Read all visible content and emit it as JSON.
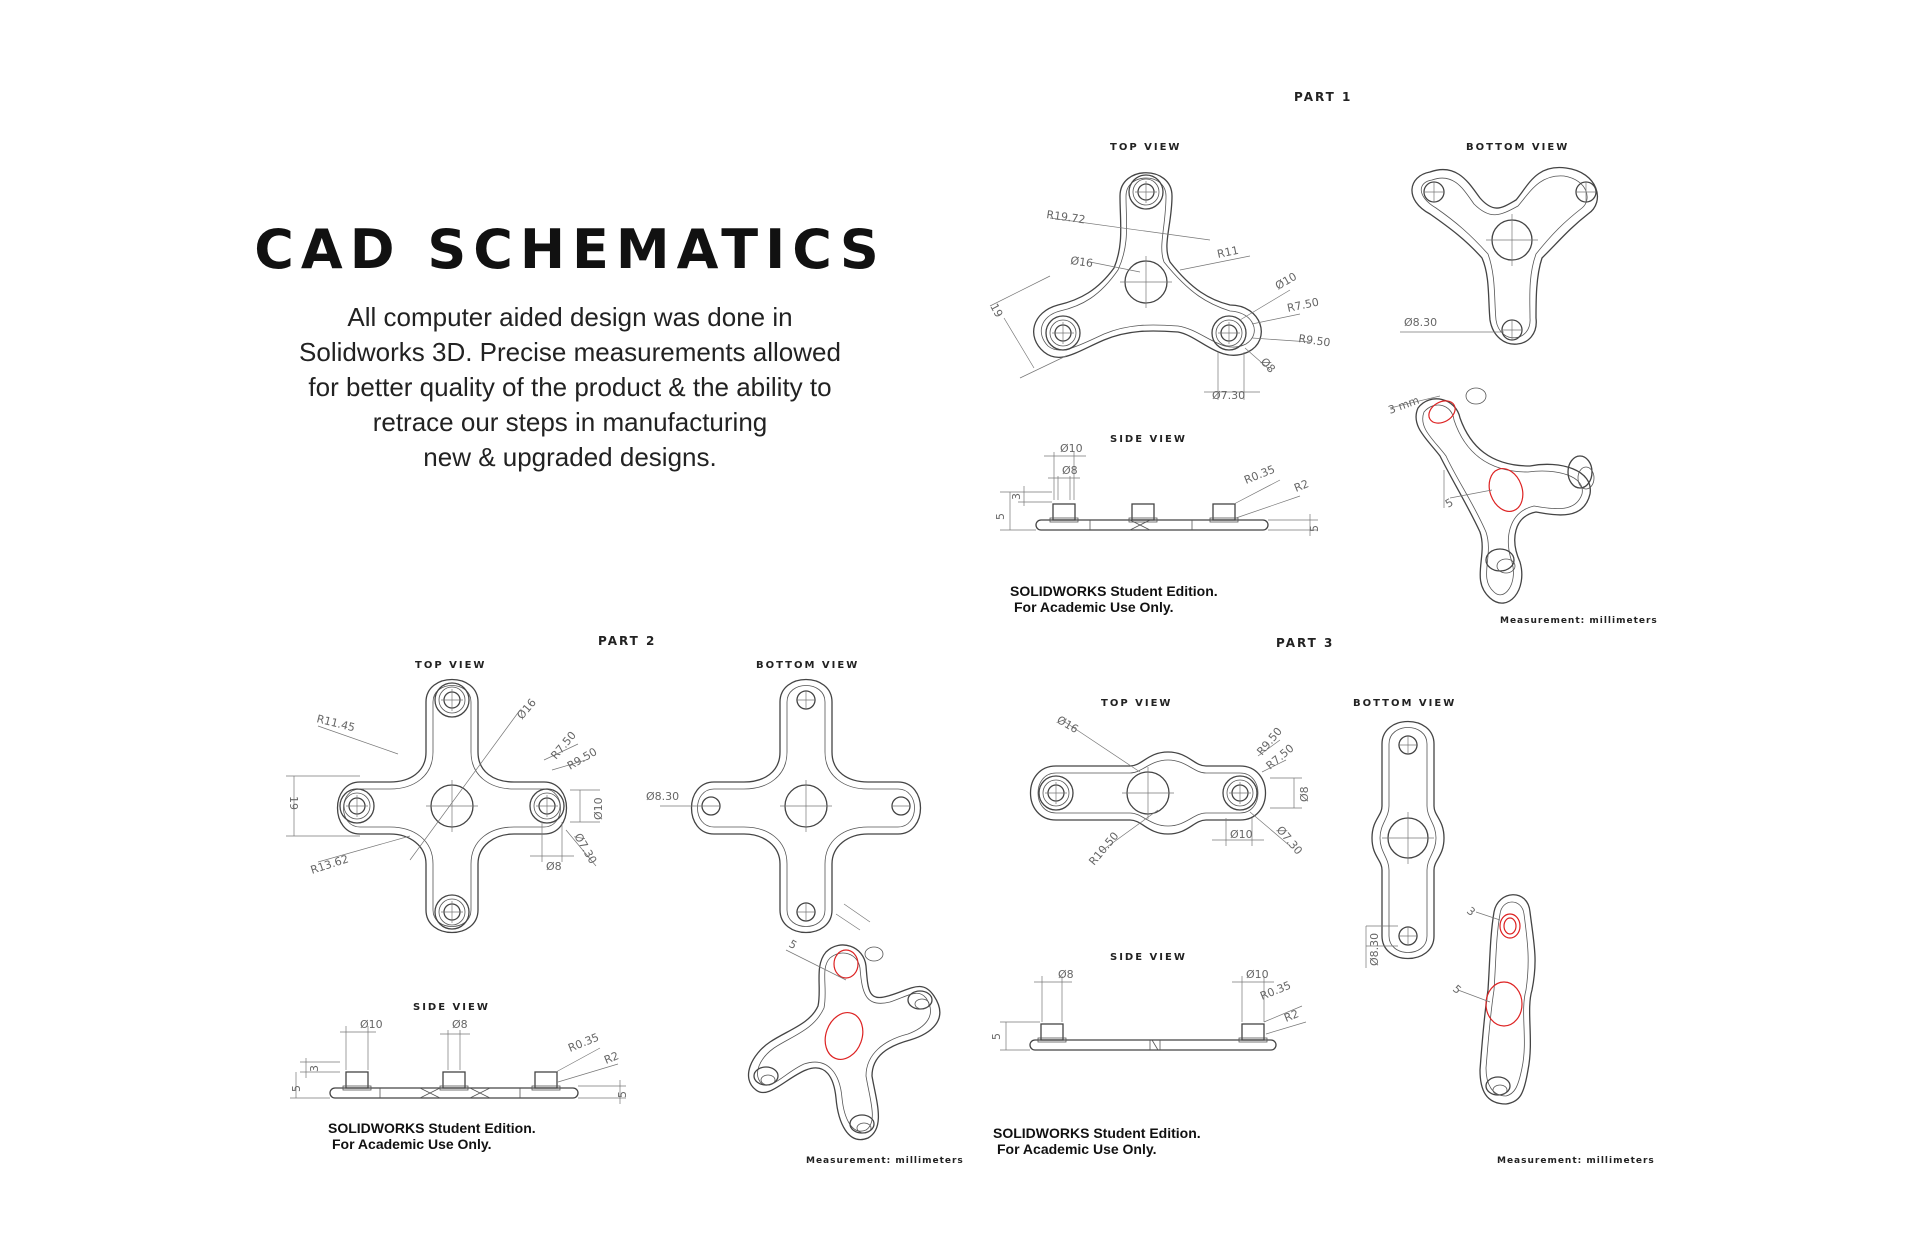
{
  "heading": "CAD SCHEMATICS",
  "intro": [
    "All computer aided design was done in",
    "Solidworks 3D. Precise measurements allowed",
    "for better quality of the product & the ability to",
    "retrace our steps in manufacturing",
    "new & upgraded designs."
  ],
  "part1": {
    "label": "PART 1",
    "top_view": "TOP VIEW",
    "bottom_view": "BOTTOM VIEW",
    "side_view": "SIDE VIEW",
    "top_dims": [
      "R19.72",
      "Ø16",
      "R11",
      "Ø10",
      "R7.50",
      "R9.50",
      "19",
      "Ø8",
      "Ø7.30"
    ],
    "bottom_dims": [
      "Ø8.30"
    ],
    "side_dims": [
      "Ø10",
      "Ø8",
      "R0.35",
      "R2",
      "3",
      "5",
      "5"
    ],
    "iso_dims": [
      "3 mm",
      "5"
    ],
    "edition_line1": "SOLIDWORKS Student Edition.",
    "edition_line2": "For Academic Use Only.",
    "measurement": "Measurement: millimeters"
  },
  "part2": {
    "label": "PART 2",
    "top_view": "TOP VIEW",
    "bottom_view": "BOTTOM VIEW",
    "side_view": "SIDE VIEW",
    "top_dims": [
      "R11.45",
      "Ø16",
      "R7.50",
      "R9.50",
      "19",
      "Ø10",
      "R13.62",
      "Ø8",
      "Ø7.30"
    ],
    "bottom_dims": [
      "Ø8.30"
    ],
    "side_dims": [
      "Ø10",
      "Ø8",
      "R0.35",
      "R2",
      "3",
      "5",
      "5"
    ],
    "iso_dims": [
      "5"
    ],
    "edition_line1": "SOLIDWORKS Student Edition.",
    "edition_line2": "For Academic Use Only.",
    "measurement": "Measurement: millimeters"
  },
  "part3": {
    "label": "PART 3",
    "top_view": "TOP VIEW",
    "bottom_view": "BOTTOM VIEW",
    "side_view": "SIDE VIEW",
    "top_dims": [
      "Ø16",
      "R9.50",
      "R7.50",
      "Ø8",
      "R10.50",
      "Ø10",
      "Ø7.30"
    ],
    "bottom_dims": [
      "Ø8.30"
    ],
    "side_dims": [
      "Ø8",
      "Ø10",
      "R0.35",
      "R2",
      "5"
    ],
    "iso_dims": [
      "3",
      "5"
    ],
    "edition_line1": "SOLIDWORKS Student Edition.",
    "edition_line2": "For Academic Use Only.",
    "measurement": "Measurement: millimeters"
  }
}
